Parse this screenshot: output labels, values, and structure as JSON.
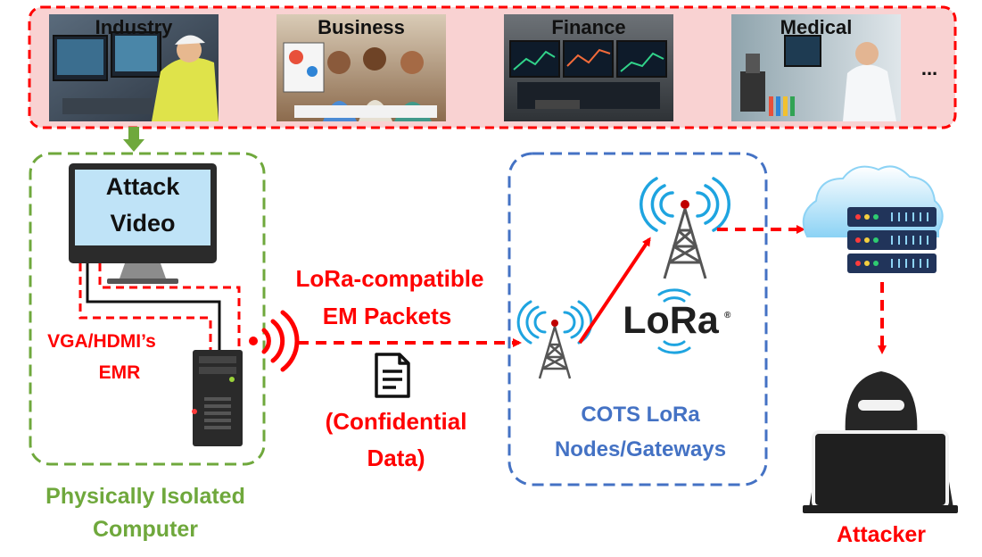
{
  "colors": {
    "red": "#ff0000",
    "green": "#6fa83c",
    "blue": "#4472c4",
    "wave_blue": "#1ea4e0",
    "band_fill": "#f9d2d2",
    "monitor_screen": "#bfe3f7",
    "dark": "#1f1f1f"
  },
  "scenarios": {
    "items": [
      {
        "label": "Industry"
      },
      {
        "label": "Business"
      },
      {
        "label": "Finance"
      },
      {
        "label": "Medical"
      }
    ],
    "more": "..."
  },
  "monitor": {
    "line1": "Attack",
    "line2": "Video"
  },
  "emr": {
    "line1": "VGA/HDMI’s",
    "line2": "EMR"
  },
  "isolated": {
    "line1": "Physically Isolated",
    "line2": "Computer"
  },
  "packets": {
    "line1": "LoRa-compatible",
    "line2": "EM Packets"
  },
  "confidential": {
    "line1": "(Confidential",
    "line2": "Data)"
  },
  "gateways": {
    "line1": "COTS LoRa",
    "line2": "Nodes/Gateways"
  },
  "lora_logo": {
    "text": "LoRa",
    "mark": "®"
  },
  "attacker": {
    "label": "Attacker"
  }
}
